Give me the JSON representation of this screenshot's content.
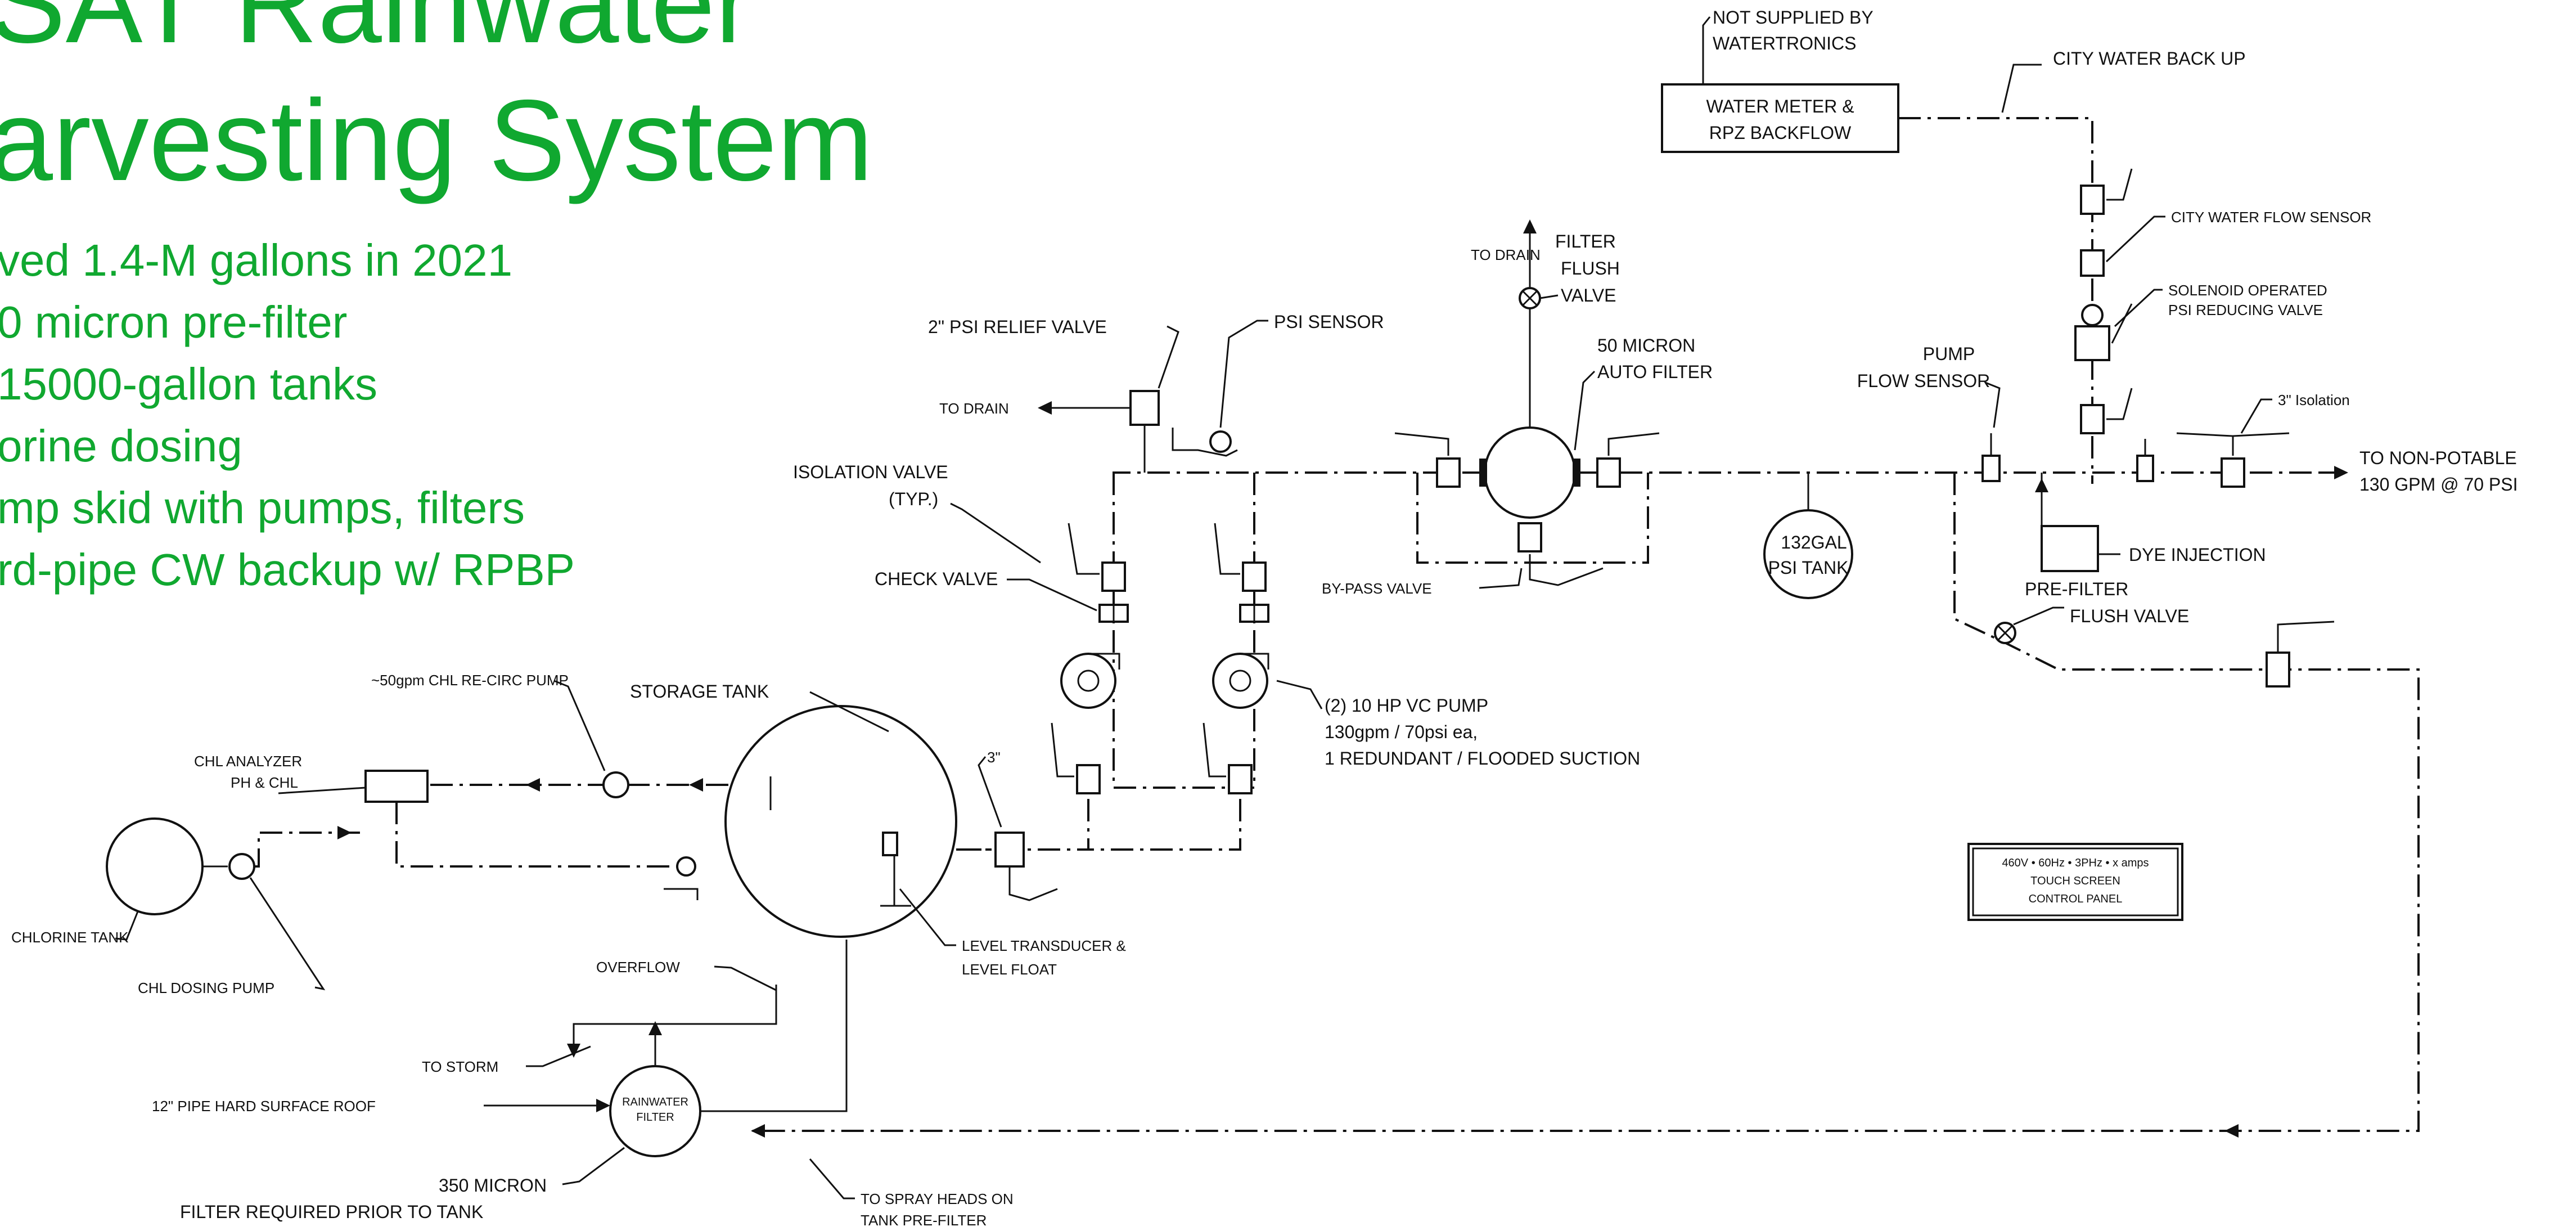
{
  "title_lines": [
    "SAT Rainwater",
    "arvesting System"
  ],
  "bullets": [
    "ved 1.4-M gallons in 2021",
    "0 micron pre-filter",
    "15000-gallon tanks",
    "orine dosing",
    "mp skid with pumps, filters",
    "rd-pipe CW backup w/ RPBP"
  ],
  "labels": {
    "not_supplied": [
      "NOT SUPPLIED BY",
      "WATERTRONICS"
    ],
    "meter_box": [
      "WATER METER &",
      "RPZ BACKFLOW"
    ],
    "city_backup": "CITY WATER BACK UP",
    "city_flow_sensor": "CITY WATER FLOW SENSOR",
    "solenoid": [
      "SOLENOID OPERATED",
      "PSI REDUCING VALVE"
    ],
    "to_drain_top": "TO DRAIN",
    "filter_flush": [
      "FILTER",
      "FLUSH",
      "VALVE"
    ],
    "auto_filter": [
      "50 MICRON",
      "AUTO FILTER"
    ],
    "relief_valve": "2\" PSI RELIEF VALVE",
    "psi_sensor": "PSI SENSOR",
    "to_drain_left": "TO DRAIN",
    "pump_flow_sensor": [
      "PUMP",
      "FLOW SENSOR"
    ],
    "isolation_3in": "3\" Isolation",
    "to_non_potable": [
      "TO NON-POTABLE",
      "130 GPM @ 70  PSI"
    ],
    "isolation_valve": [
      "ISOLATION VALVE",
      "(TYP.)"
    ],
    "check_valve": "CHECK VALVE",
    "bypass_valve": "BY-PASS VALVE",
    "psi_tank": [
      "132GAL",
      "PSI TANK"
    ],
    "dye_injection": "DYE INJECTION",
    "prefilter_flush": [
      "PRE-FILTER",
      "FLUSH VALVE"
    ],
    "recirc_pump": "~50gpm CHL RE-CIRC PUMP",
    "storage_tank": "STORAGE TANK",
    "pump_desc": [
      "(2) 10 HP VC PUMP",
      "130gpm / 70psi ea,",
      "1 REDUNDANT / FLOODED SUCTION"
    ],
    "chl_analyzer": [
      "CHL ANALYZER",
      "PH & CHL"
    ],
    "three_inch": "3\"",
    "control_panel": [
      "460V • 60Hz • 3PHz • x amps",
      "TOUCH SCREEN",
      "CONTROL PANEL"
    ],
    "chlorine_tank": "CHLORINE TANK",
    "chl_dosing_pump": "CHL DOSING PUMP",
    "overflow": "OVERFLOW",
    "level_transducer": [
      "LEVEL TRANSDUCER &",
      "LEVEL FLOAT"
    ],
    "to_storm": "TO STORM",
    "pipe_roof": "12\" PIPE HARD SURFACE ROOF",
    "rainwater_filter": [
      "RAINWATER",
      "FILTER"
    ],
    "micron_350": "350 MICRON",
    "filter_required": "FILTER REQUIRED PRIOR TO TANK",
    "spray_heads": [
      "TO SPRAY HEADS ON",
      "TANK PRE-FILTER"
    ]
  }
}
